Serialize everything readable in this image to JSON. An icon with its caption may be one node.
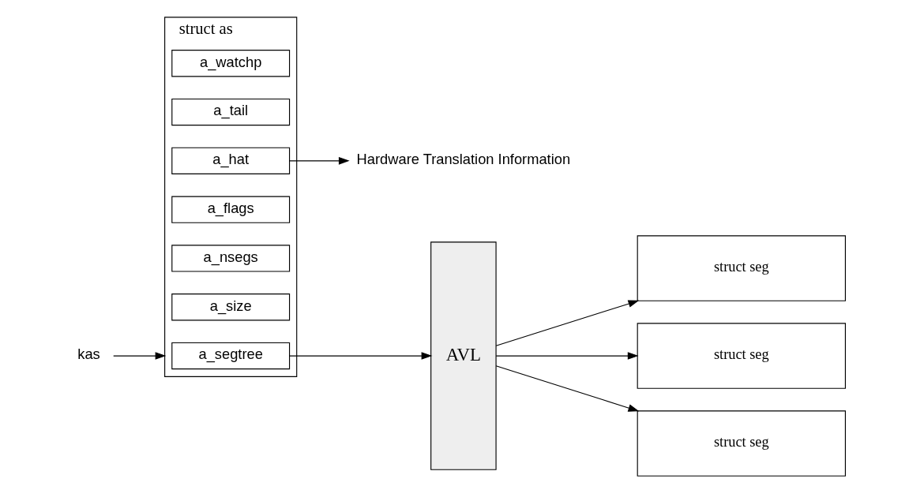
{
  "diagram": {
    "nodes": [
      {
        "text": [
          "kas"
        ]
      },
      {
        "text": [
          "struct as"
        ]
      },
      {
        "text": [
          "a_segtree"
        ],
        "in": 1
      },
      {
        "text": [
          "a_size"
        ],
        "in": 1
      },
      {
        "text": [
          "a_nsegs"
        ],
        "in": 1
      },
      {
        "text": [
          "a_flags"
        ],
        "in": 1
      },
      {
        "text": [
          "a_hat"
        ],
        "in": 1
      },
      {
        "text": [
          "a_tail"
        ],
        "in": 1
      },
      {
        "text": [
          "a_watchp"
        ],
        "in": 1
      },
      {
        "text": [
          "AVL"
        ]
      },
      {
        "text": [
          "struct seg"
        ]
      },
      {
        "text": [
          "struct seg"
        ]
      },
      {
        "text": [
          "struct seg"
        ]
      },
      {
        "text": [
          "Hardware Translation Information"
        ]
      }
    ],
    "edges": [
      {
        "from": 0,
        "to": 1,
        "arrow": "to"
      },
      {
        "from": 2,
        "to": 9,
        "arrow": "to"
      },
      {
        "from": 9,
        "to": 10,
        "arrow": "to"
      },
      {
        "from": 9,
        "to": 11,
        "arrow": "to"
      },
      {
        "from": 9,
        "to": 12,
        "arrow": "to"
      },
      {
        "from": 6,
        "to": 13,
        "arrow": "to"
      }
    ]
  }
}
